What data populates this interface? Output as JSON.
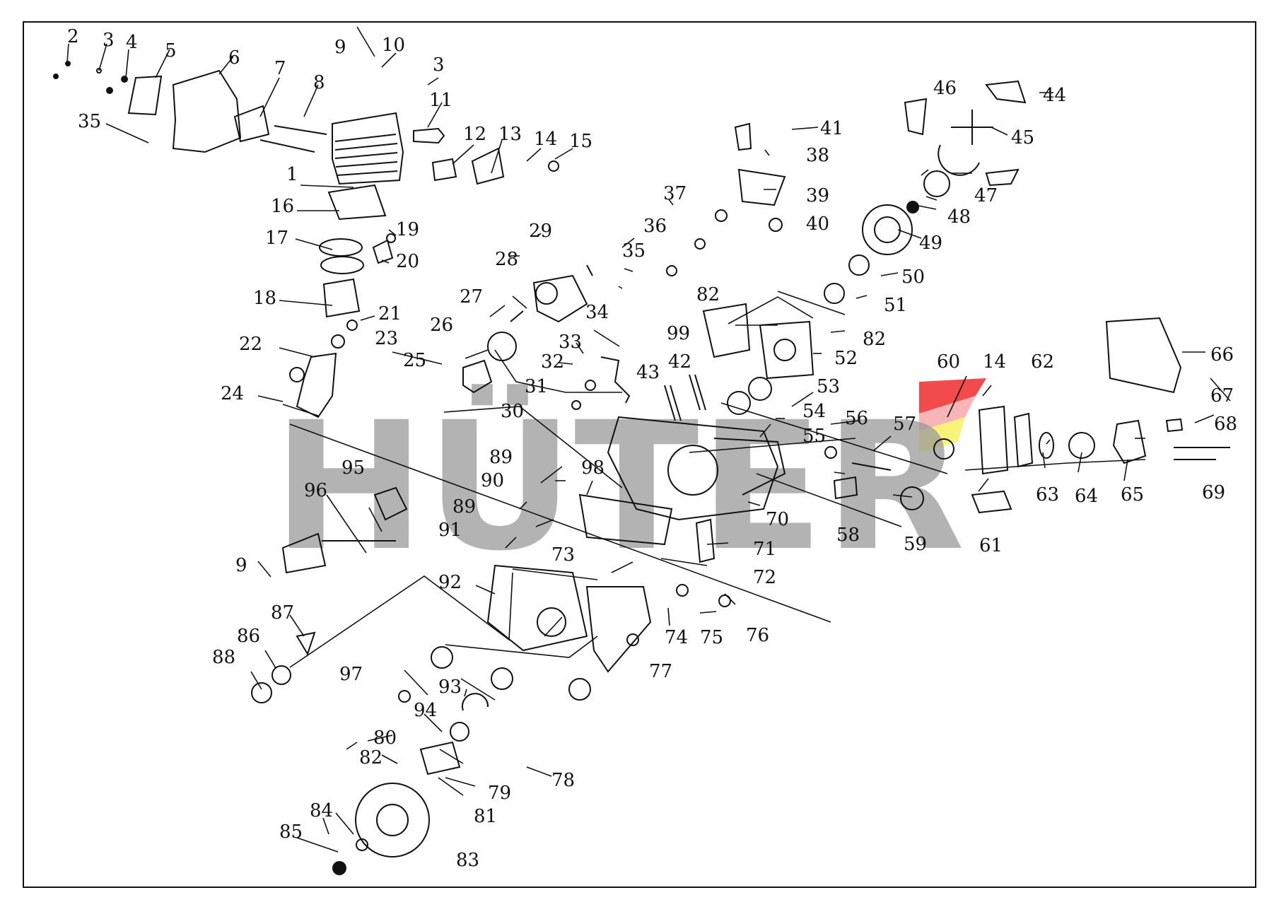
{
  "watermark": {
    "brand": "HÜTER",
    "colors": {
      "letters": "#9a9a9a",
      "accent_red": "#ef2b2b",
      "accent_pink": "#f7a8a8",
      "accent_yellow": "#f8f36a"
    }
  },
  "callouts": {
    "n1": "1",
    "n2": "2",
    "n3a": "3",
    "n3b": "3",
    "n4": "4",
    "n5": "5",
    "n6": "6",
    "n7": "7",
    "n8": "8",
    "n9a": "9",
    "n9b": "9",
    "n10": "10",
    "n11": "11",
    "n12": "12",
    "n13": "13",
    "n14a": "14",
    "n14b": "14",
    "n15": "15",
    "n16": "16",
    "n17": "17",
    "n18": "18",
    "n19": "19",
    "n20": "20",
    "n21": "21",
    "n22": "22",
    "n23": "23",
    "n24": "24",
    "n25": "25",
    "n26": "26",
    "n27": "27",
    "n28": "28",
    "n29": "29",
    "n30": "30",
    "n31": "31",
    "n32": "32",
    "n33": "33",
    "n34": "34",
    "n35a": "35",
    "n35b": "35",
    "n36": "36",
    "n37": "37",
    "n38": "38",
    "n39": "39",
    "n40": "40",
    "n41": "41",
    "n42": "42",
    "n43": "43",
    "n44": "44",
    "n45": "45",
    "n46": "46",
    "n47": "47",
    "n48": "48",
    "n49": "49",
    "n50": "50",
    "n51": "51",
    "n52": "52",
    "n53": "53",
    "n54": "54",
    "n55": "55",
    "n56": "56",
    "n57": "57",
    "n58": "58",
    "n59": "59",
    "n60": "60",
    "n61": "61",
    "n62": "62",
    "n63": "63",
    "n64": "64",
    "n65": "65",
    "n66": "66",
    "n67": "67",
    "n68": "68",
    "n69": "69",
    "n70": "70",
    "n71": "71",
    "n72": "72",
    "n73": "73",
    "n74": "74",
    "n75": "75",
    "n76": "76",
    "n77": "77",
    "n78": "78",
    "n79": "79",
    "n80": "80",
    "n81": "81",
    "n82a": "82",
    "n82b": "82",
    "n82c": "82",
    "n83": "83",
    "n84": "84",
    "n85": "85",
    "n86": "86",
    "n87": "87",
    "n88": "88",
    "n89a": "89",
    "n89b": "89",
    "n90": "90",
    "n91": "91",
    "n92": "92",
    "n93": "93",
    "n94": "94",
    "n95": "95",
    "n96": "96",
    "n97": "97",
    "n98": "98",
    "n99": "99"
  }
}
